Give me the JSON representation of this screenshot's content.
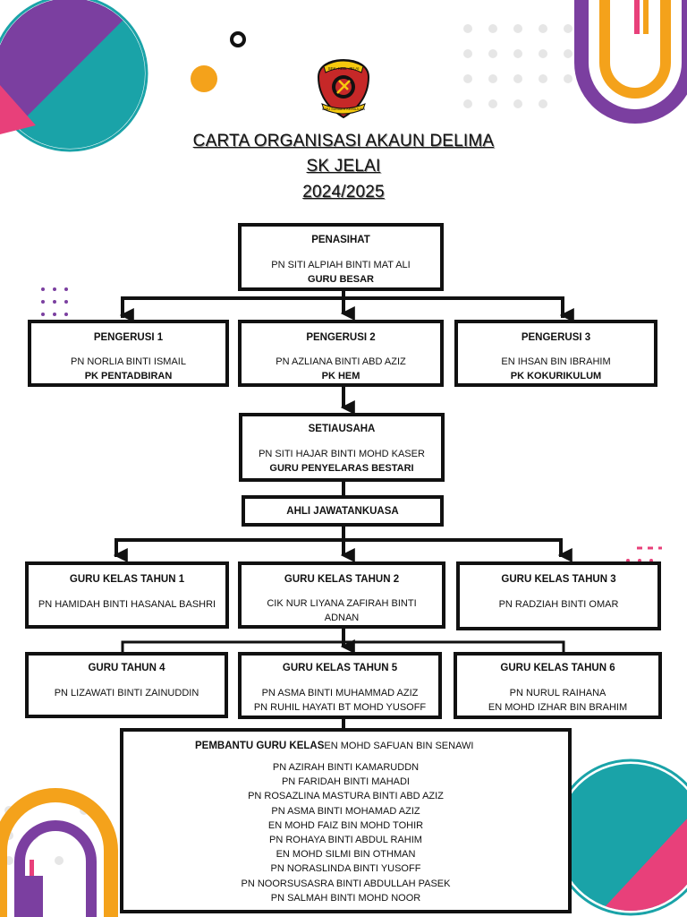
{
  "colors": {
    "purple": "#7b3fa0",
    "teal": "#1aa3a8",
    "pink": "#e8407a",
    "orange": "#f4a21b",
    "dots": "#e6e6e6",
    "line": "#111111"
  },
  "emblem": {
    "icon": "school-crest-icon",
    "banner_text": "SEK. KEB. JELAI",
    "motto_text": "ILMU SUMBER KEMAJUAN"
  },
  "title": {
    "line1": "CARTA ORGANISASI AKAUN DELIMA",
    "line2": "SK JELAI",
    "line3": "2024/2025"
  },
  "penasihat": {
    "heading": "PENASIHAT",
    "name": "PN SITI ALPIAH BINTI MAT ALI",
    "role": "GURU BESAR"
  },
  "pengerusi": [
    {
      "heading": "PENGERUSI 1",
      "name": "PN NORLIA BINTI ISMAIL",
      "role": "PK PENTADBIRAN"
    },
    {
      "heading": "PENGERUSI 2",
      "name": "PN AZLIANA BINTI ABD AZIZ",
      "role": "PK HEM"
    },
    {
      "heading": "PENGERUSI 3",
      "name": "EN IHSAN BIN IBRAHIM",
      "role": "PK KOKURIKULUM"
    }
  ],
  "setiausaha": {
    "heading": "SETIAUSAHA",
    "name": "PN SITI HAJAR BINTI MOHD KASER",
    "role": "GURU PENYELARAS BESTARI"
  },
  "ahli": {
    "heading": "AHLI JAWATANKUASA"
  },
  "guru_row1": [
    {
      "heading": "GURU KELAS TAHUN 1",
      "names": [
        "PN HAMIDAH BINTI HASANAL BASHRI"
      ]
    },
    {
      "heading": "GURU KELAS TAHUN 2",
      "names": [
        "CIK NUR LIYANA ZAFIRAH BINTI",
        "ADNAN"
      ]
    },
    {
      "heading": "GURU KELAS TAHUN 3",
      "names": [
        "PN RADZIAH BINTI OMAR"
      ]
    }
  ],
  "guru_row2": [
    {
      "heading": "GURU TAHUN 4",
      "names": [
        "PN LIZAWATI BINTI ZAINUDDIN"
      ]
    },
    {
      "heading": "GURU KELAS TAHUN 5",
      "names": [
        "PN ASMA BINTI MUHAMMAD AZIZ",
        "PN RUHIL HAYATI BT MOHD YUSOFF"
      ]
    },
    {
      "heading": "GURU KELAS TAHUN 6",
      "names": [
        "PN NURUL RAIHANA",
        "EN MOHD IZHAR BIN BRAHIM"
      ]
    }
  ],
  "pembantu": {
    "heading": "PEMBANTU GURU KELAS",
    "first_name": "EN MOHD SAFUAN BIN SENAWI",
    "names": [
      "PN AZIRAH BINTI KAMARUDDN",
      "PN FARIDAH BINTI MAHADI",
      "PN ROSAZLINA MASTURA BINTI ABD AZIZ",
      "PN ASMA BINTI MOHAMAD AZIZ",
      "EN MOHD FAIZ BIN MOHD TOHIR",
      "PN ROHAYA BINTI ABDUL RAHIM",
      "EN MOHD SILMI BIN OTHMAN",
      "PN NORASLINDA BINTI YUSOFF",
      "PN NOORSUSASRA BINTI ABDULLAH PASEK",
      "PN SALMAH BINTI MOHD NOOR"
    ]
  }
}
